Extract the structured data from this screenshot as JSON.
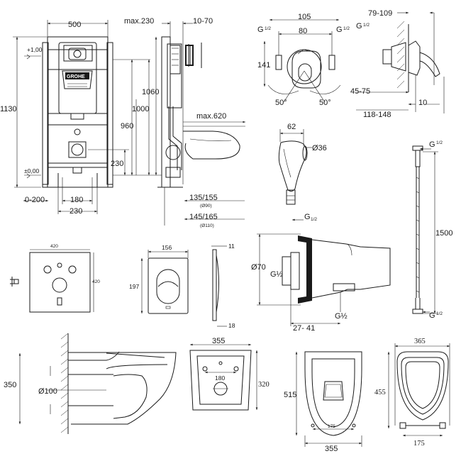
{
  "frame": {
    "brand": "GROHE",
    "w_500": "500",
    "max_230": "max.230",
    "r_10_70": "10-70",
    "h_1130": "1130",
    "h_1060": "1060",
    "h_1000": "1000",
    "h_960": "960",
    "max_620": "max.620",
    "h_230": "230",
    "plus_100": "+1,00",
    "pm_000": "±0,00",
    "r_0_200": "0-200",
    "w_180": "180",
    "w_230": "230",
    "d135_155": "135/155",
    "d90": "(Ø90)",
    "d145_165": "145/165",
    "d110": "(Ø110)"
  },
  "valve": {
    "w_105": "105",
    "w_80": "80",
    "g_left": "G",
    "g_right": "G",
    "g_frac_left": "1/2",
    "g_frac_right": "1/2",
    "h_141": "141",
    "a_left": "50°",
    "a_right": "50°"
  },
  "side": {
    "r_79_109": "79-109",
    "g": "G",
    "g_frac": "1/2",
    "r_45_75": "45-75",
    "r_118_148": "118-148",
    "w_10": "10"
  },
  "sprayer": {
    "w_62": "62",
    "d36": "Ø36",
    "g": "G",
    "g_frac": "1/2"
  },
  "hose": {
    "g_top": "G",
    "g_top_frac": "1/2",
    "len_1500": "1500",
    "g_bottom": "G",
    "g_bottom_frac": "1/2"
  },
  "holder": {
    "d70": "Ø70",
    "g_left": "G½",
    "g_bottom": "G½",
    "r_27_41": "27- 41"
  },
  "mat": {
    "w_420": "420",
    "h_420": "420"
  },
  "plate": {
    "w_156": "156",
    "h_197": "197",
    "t_11": "11",
    "t_18": "18"
  },
  "bowl_side": {
    "h_350": "350",
    "d100": "Ø100"
  },
  "bowl_top": {
    "w_355": "355",
    "w_180": "180",
    "h_320": "320"
  },
  "bowl_plan": {
    "h_515": "515",
    "w_175": "175",
    "w_355": "355"
  },
  "seat": {
    "w_365": "365",
    "h_455": "455",
    "w_175": "175"
  }
}
